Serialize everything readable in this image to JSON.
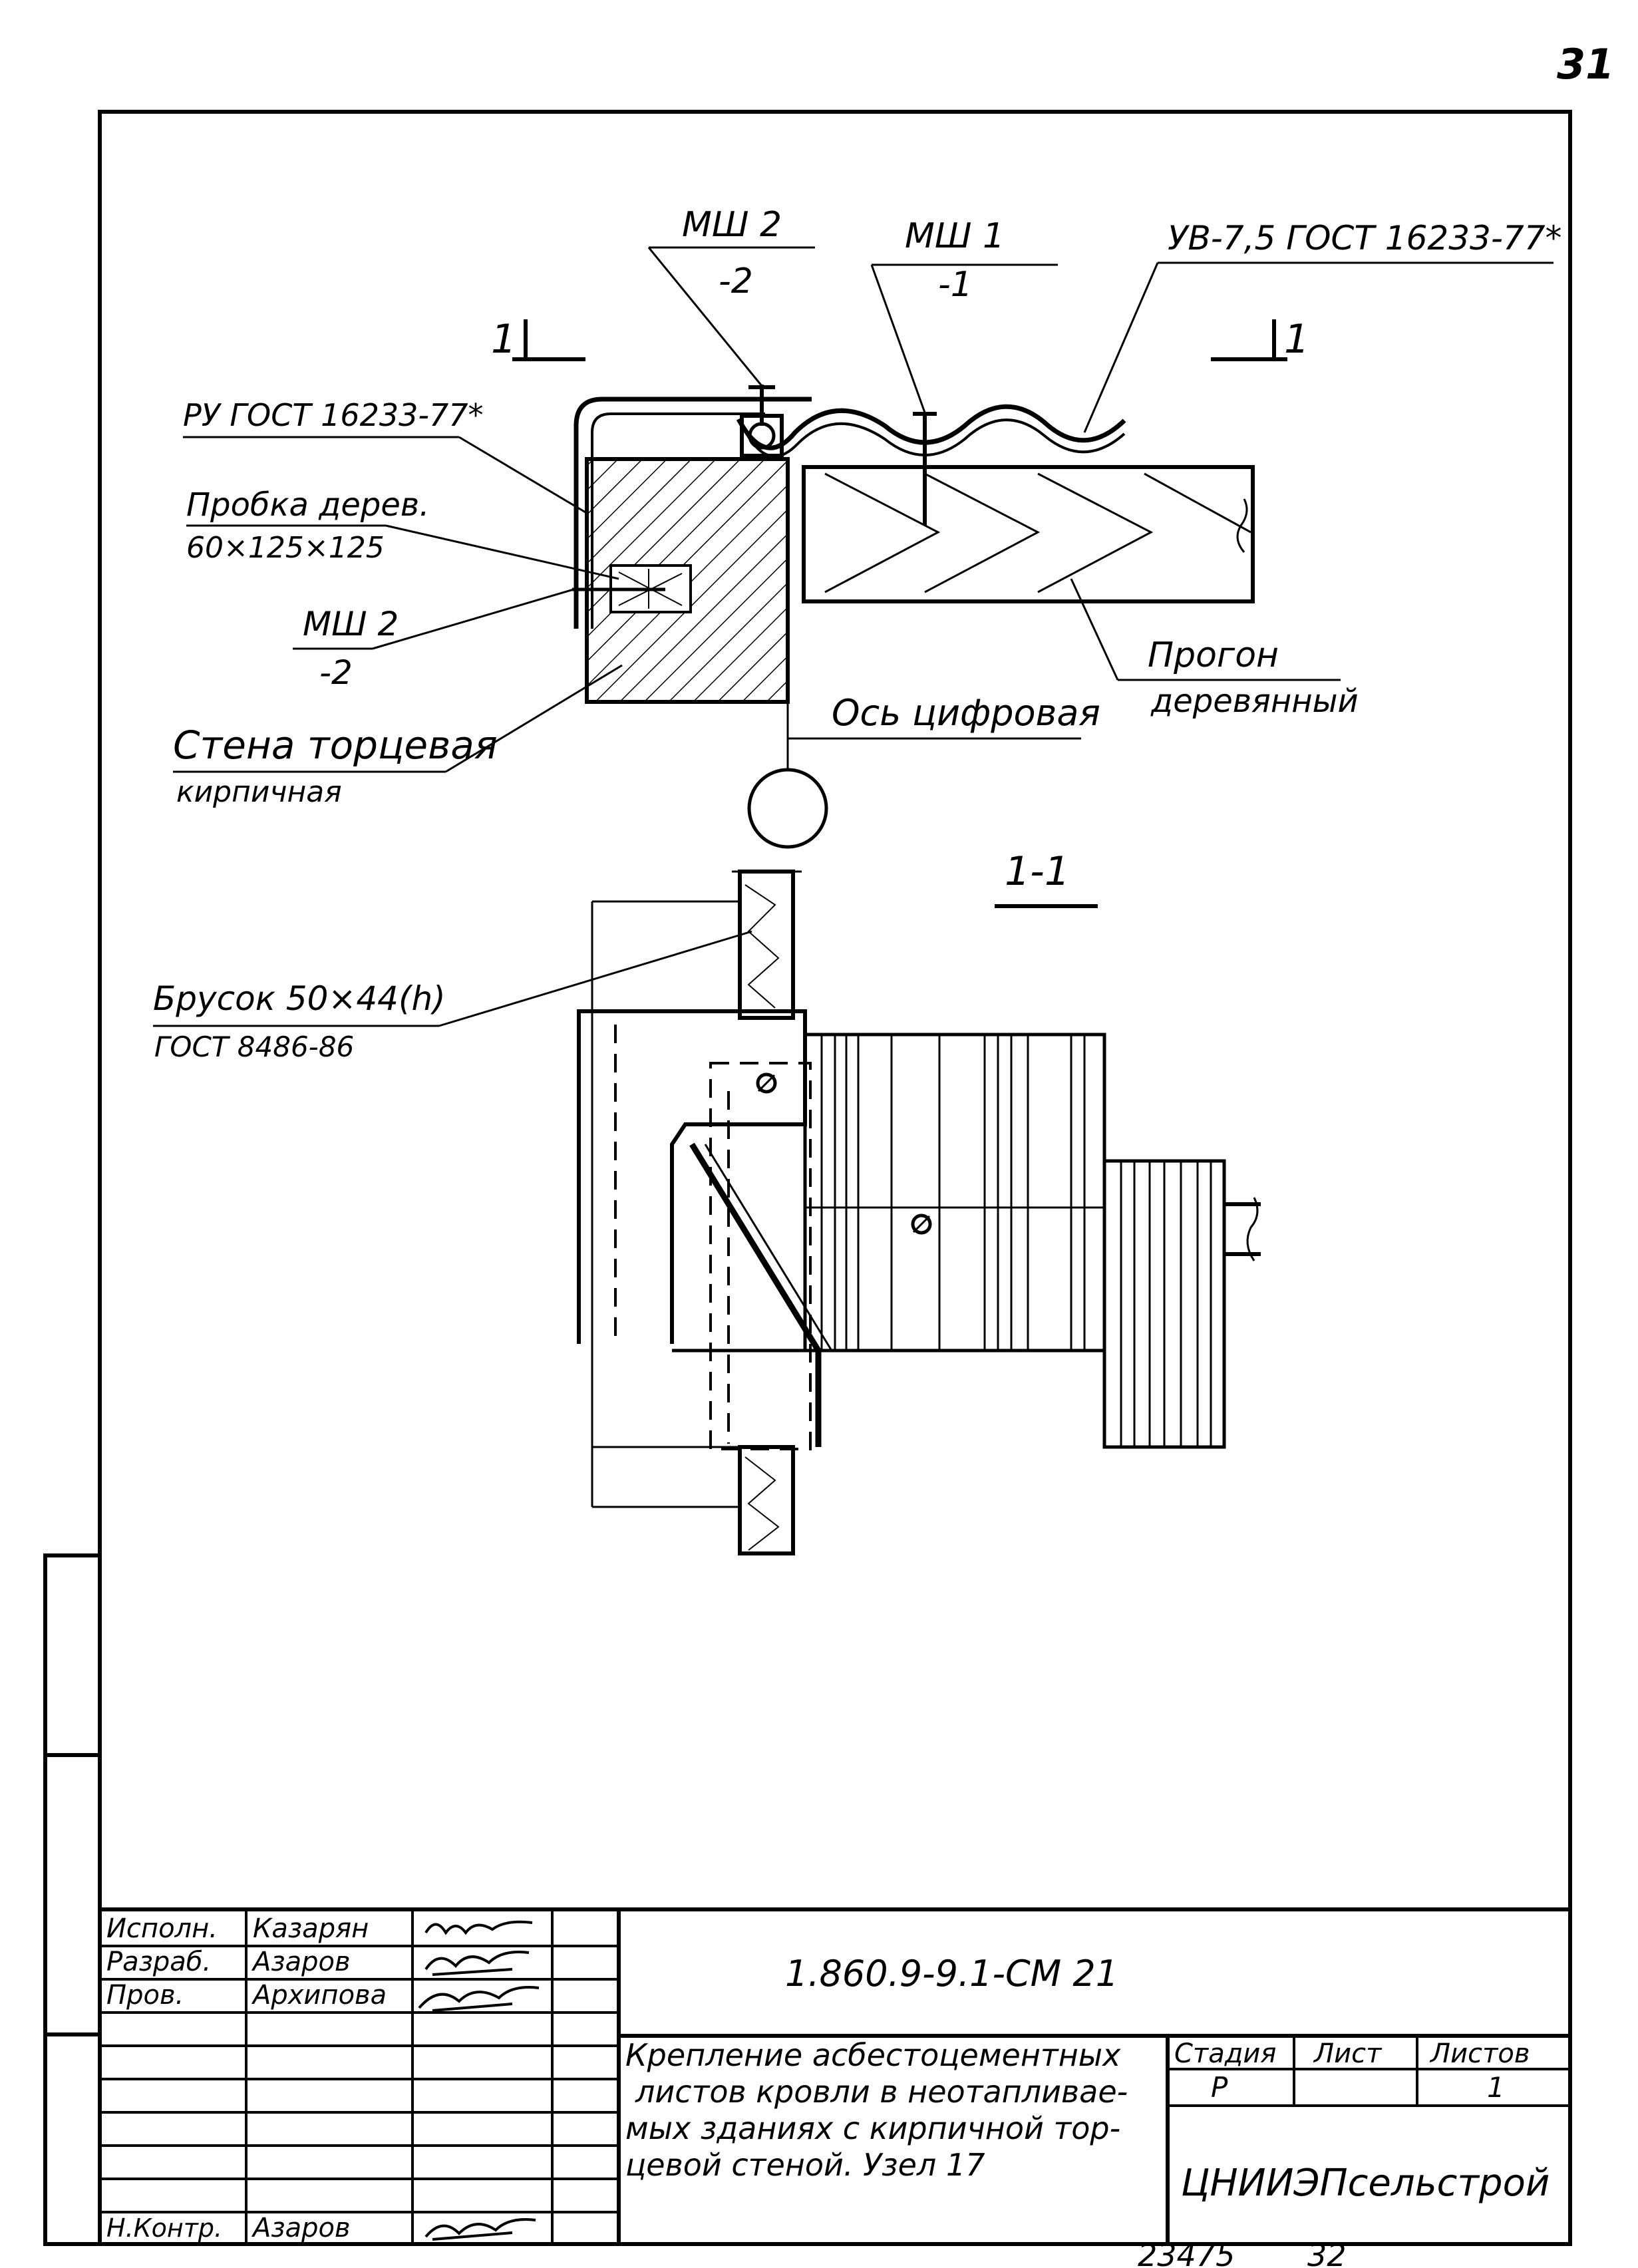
{
  "page": {
    "sheet_number": "31",
    "bottom_numbers": [
      "23475",
      "32"
    ]
  },
  "drawing": {
    "section_mark_left": "1",
    "section_mark_right": "1",
    "section_title": "1-1",
    "callouts": {
      "msh2_top": [
        "МШ 2",
        "-2"
      ],
      "msh1_top": [
        "МШ 1",
        "-1"
      ],
      "sheet_ref": "УВ-7,5 ГОСТ 16233-77*",
      "ru_ref": "РУ ГОСТ 16233-77*",
      "plug": [
        "Пробка дерев.",
        "60×125×125"
      ],
      "msh2_left": [
        "МШ 2",
        "-2"
      ],
      "wall": [
        "Стена торцевая",
        "кирпичная"
      ],
      "purlin": [
        "Прогон",
        "деревянный"
      ],
      "axis": "Ось цифровая",
      "bar": [
        "Брусок 50×44(h)",
        "ГОСТ 8486-86"
      ]
    }
  },
  "title_block": {
    "rows": [
      {
        "role": "Исполн.",
        "name": "Казарян"
      },
      {
        "role": "Разраб.",
        "name": "Азаров"
      },
      {
        "role": "Пров.",
        "name": "Архипова"
      },
      {
        "role": "Н.Контр.",
        "name": "Азаров"
      }
    ],
    "code": "1.860.9-9.1-СМ 21",
    "description": [
      "Крепление асбестоцементных",
      "листов кровли в неотапливае-",
      "мых зданиях с кирпичной тор-",
      "цевой стеной.  Узел 17"
    ],
    "stage_header": "Стадия",
    "sheet_header": "Лист",
    "sheets_header": "Листов",
    "stage_value": "Р",
    "sheet_value": "",
    "sheets_value": "1",
    "organization": "ЦНИИЭПсельстрой"
  }
}
